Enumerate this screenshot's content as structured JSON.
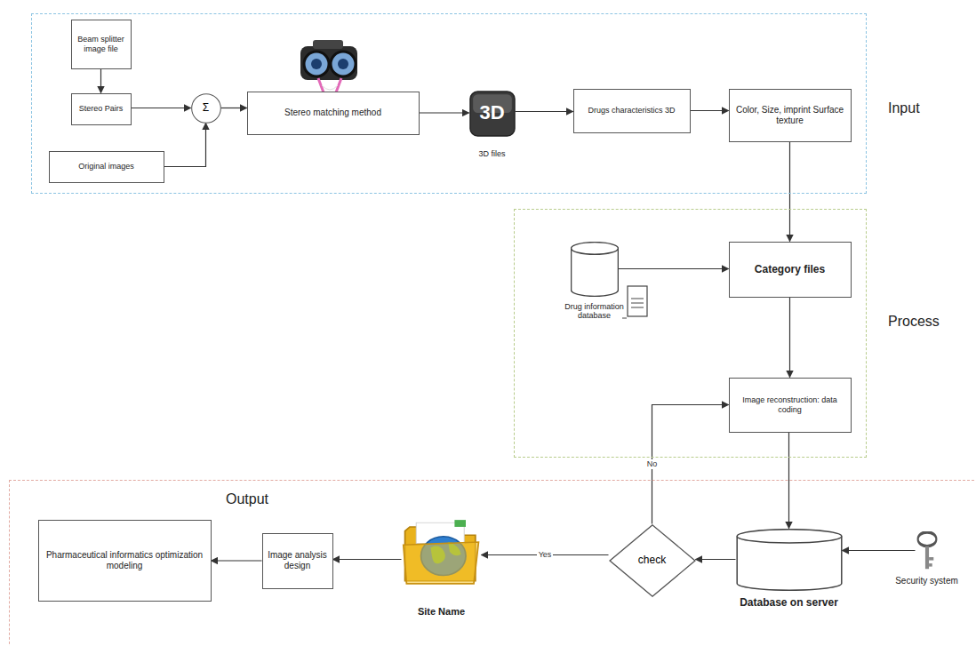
{
  "diagram": {
    "nodes": [
      {
        "text": [
          "Input"
        ]
      },
      {
        "text": [
          "Beam splitter image file"
        ],
        "in": 0
      },
      {
        "text": [
          "Stereo Pairs"
        ],
        "in": 0
      },
      {
        "text": [
          "Original images"
        ],
        "in": 0
      },
      {
        "text": [
          "Σ"
        ],
        "in": 0
      },
      {
        "text": [
          "Stereo matching method"
        ],
        "in": 0
      },
      {
        "text": [
          "3D",
          "3D files"
        ],
        "in": 0
      },
      {
        "text": [
          "Drugs characteristics 3D"
        ],
        "in": 0
      },
      {
        "text": [
          "Color, Size, imprint Surface texture"
        ],
        "in": 0
      },
      {
        "text": [
          "Process"
        ]
      },
      {
        "text": [
          "Drug information database"
        ],
        "in": 9
      },
      {
        "text": [
          "Category files"
        ],
        "in": 9
      },
      {
        "text": [
          "Image reconstruction: data coding"
        ],
        "in": 9
      },
      {
        "text": [
          "Output"
        ]
      },
      {
        "text": [
          "Database on server"
        ],
        "in": 13
      },
      {
        "text": [
          "Security system"
        ],
        "in": 13
      },
      {
        "text": [
          "check"
        ],
        "in": 13
      },
      {
        "text": [
          "Site Name"
        ],
        "in": 13
      },
      {
        "text": [
          "Image analysis design"
        ],
        "in": 13
      },
      {
        "text": [
          "Pharmaceutical informatics optimization modeling"
        ],
        "in": 13
      }
    ],
    "edges": [
      {
        "from": 1,
        "to": 2,
        "arrow": "to"
      },
      {
        "from": 2,
        "to": 4,
        "arrow": "to"
      },
      {
        "from": 3,
        "to": 4,
        "arrow": "to"
      },
      {
        "from": 4,
        "to": 5,
        "arrow": "to"
      },
      {
        "from": 5,
        "to": 6,
        "arrow": "to"
      },
      {
        "from": 6,
        "to": 7,
        "arrow": "to"
      },
      {
        "from": 7,
        "to": 8,
        "arrow": "to"
      },
      {
        "from": 8,
        "to": 11,
        "arrow": "to"
      },
      {
        "from": 10,
        "to": 11,
        "arrow": "to"
      },
      {
        "from": 11,
        "to": 12,
        "arrow": "to"
      },
      {
        "from": 12,
        "to": 14,
        "arrow": "to"
      },
      {
        "from": 15,
        "to": 14,
        "arrow": "to"
      },
      {
        "from": 14,
        "to": 16,
        "arrow": "to"
      },
      {
        "from": 16,
        "to": 17,
        "label": "Yes",
        "arrow": "to"
      },
      {
        "from": 16,
        "to": 12,
        "label": "No",
        "arrow": "to"
      },
      {
        "from": 17,
        "to": 18,
        "arrow": "to"
      },
      {
        "from": 18,
        "to": 19,
        "arrow": "to"
      }
    ]
  }
}
